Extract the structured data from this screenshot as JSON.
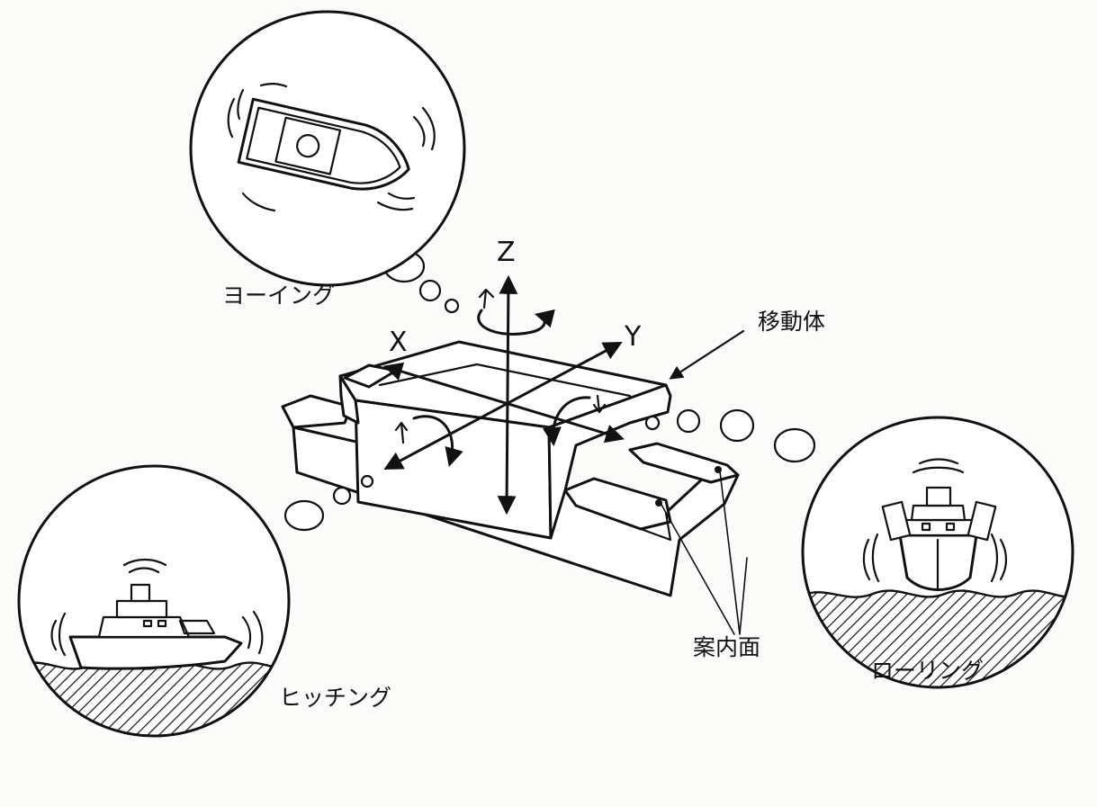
{
  "axes": {
    "x": "X",
    "y": "Y",
    "z": "Z"
  },
  "labels": {
    "moving_body": "移動体",
    "guide_surface": "案内面",
    "yawing": "ヨーイング",
    "pitching": "ヒッチング",
    "rolling": "ローリング"
  },
  "icons": {
    "yawing_bubble": "boat-top-view-icon",
    "pitching_bubble": "ship-side-view-icon",
    "rolling_bubble": "ship-front-view-icon"
  }
}
